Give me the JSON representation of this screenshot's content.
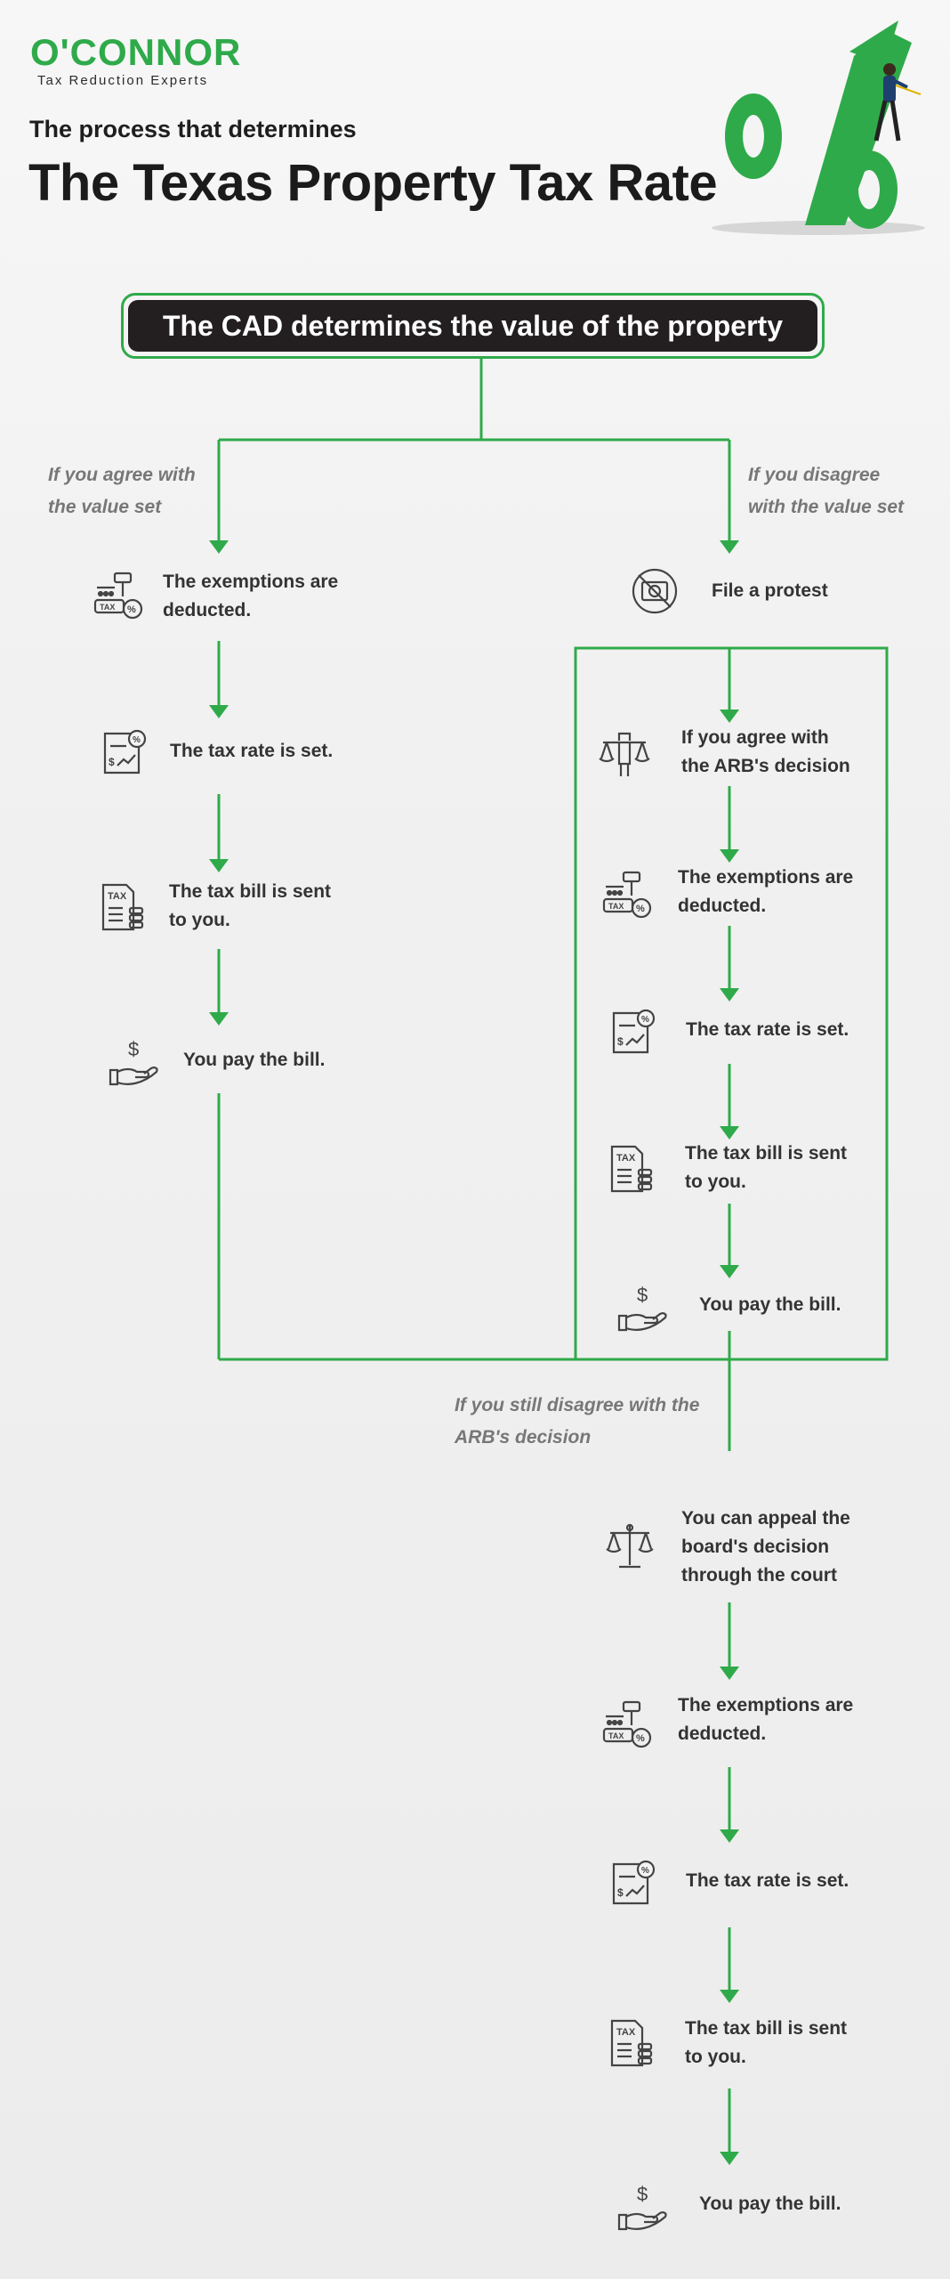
{
  "header": {
    "logo_name": "O'CONNOR",
    "logo_tagline": "Tax Reduction Experts",
    "subtitle": "The process that determines",
    "title": "The Texas Property Tax Rate"
  },
  "top_box": "The CAD determines the value of the property",
  "left_branch": {
    "condition": "If you agree with the value set",
    "condition_line1": "If you agree with",
    "condition_line2": "the value set",
    "steps": [
      {
        "icon": "gavel-tax-icon",
        "line1": "The exemptions are",
        "line2": "deducted."
      },
      {
        "icon": "tax-rate-document-icon",
        "line1": "The tax rate is set.",
        "line2": ""
      },
      {
        "icon": "tax-bill-icon",
        "line1": "The tax bill is sent",
        "line2": "to you."
      },
      {
        "icon": "hand-dollar-icon",
        "line1": "You pay the bill.",
        "line2": ""
      }
    ]
  },
  "right_branch": {
    "condition_line1": "If you disagree",
    "condition_line2": "with the value set",
    "protest": {
      "icon": "no-money-icon",
      "label": "File a protest"
    },
    "arb_box_steps": [
      {
        "icon": "scales-hand-icon",
        "line1": "If you agree with",
        "line2": "the ARB's decision"
      },
      {
        "icon": "gavel-tax-icon",
        "line1": "The exemptions are",
        "line2": "deducted."
      },
      {
        "icon": "tax-rate-document-icon",
        "line1": "The tax rate is set.",
        "line2": ""
      },
      {
        "icon": "tax-bill-icon",
        "line1": "The tax bill is sent",
        "line2": "to you."
      },
      {
        "icon": "hand-dollar-icon",
        "line1": "You pay the bill.",
        "line2": ""
      }
    ]
  },
  "appeal_branch": {
    "condition_line1": "If you still disagree with the",
    "condition_line2": "ARB's decision",
    "steps": [
      {
        "icon": "scales-icon",
        "line1": "You can appeal the",
        "line2": "board's decision",
        "line3": "through the court"
      },
      {
        "icon": "gavel-tax-icon",
        "line1": "The exemptions are",
        "line2": "deducted."
      },
      {
        "icon": "tax-rate-document-icon",
        "line1": "The tax rate is set.",
        "line2": ""
      },
      {
        "icon": "tax-bill-icon",
        "line1": "The tax bill is sent",
        "line2": "to you."
      },
      {
        "icon": "hand-dollar-icon",
        "line1": "You pay the bill.",
        "line2": ""
      }
    ]
  },
  "colors": {
    "green": "#2faa4a",
    "dark": "#231f20",
    "text": "#333333",
    "muted": "#777777"
  }
}
